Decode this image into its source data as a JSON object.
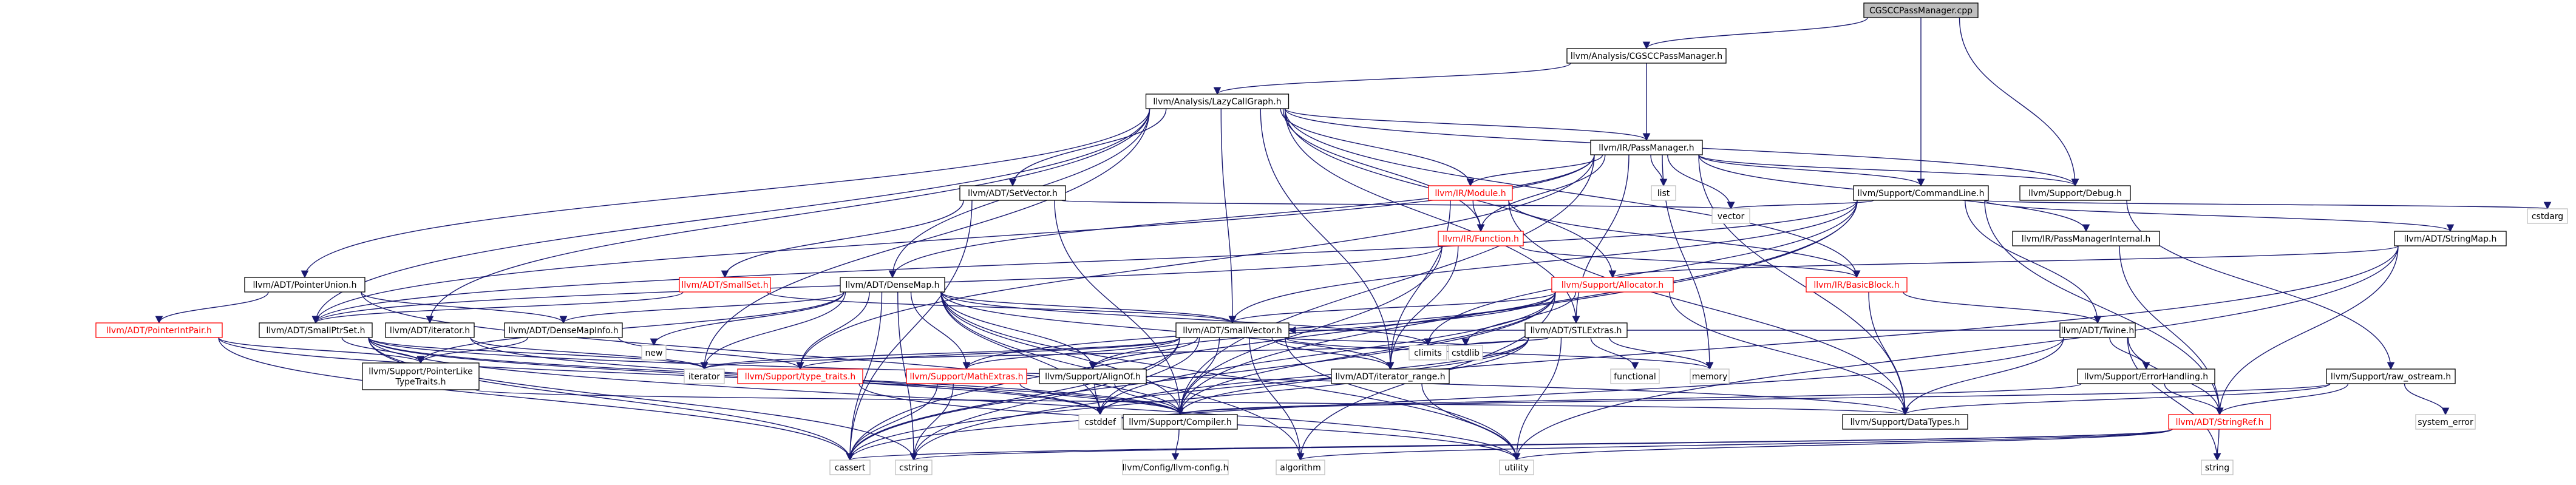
{
  "graph": {
    "title": "CGSCCPassManager.cpp include dependency graph",
    "colors": {
      "edge": "#191970",
      "node_border_default": "#000000",
      "node_border_red": "#ff0000",
      "node_border_gray": "#bfbfbf",
      "root_fill": "#bfbfbf",
      "node_fill": "#ffffff",
      "text_default": "#000000",
      "text_red": "#ff0000",
      "text_gray": "#808080"
    },
    "nodes": [
      {
        "id": "root",
        "label": "CGSCCPassManager.cpp",
        "kind": "root"
      },
      {
        "id": "cgscc_h",
        "label": "llvm/Analysis/CGSCCPassManager.h",
        "kind": "normal"
      },
      {
        "id": "lcg",
        "label": "llvm/Analysis/LazyCallGraph.h",
        "kind": "normal"
      },
      {
        "id": "passmanager",
        "label": "llvm/IR/PassManager.h",
        "kind": "normal"
      },
      {
        "id": "module",
        "label": "llvm/IR/Module.h",
        "kind": "red"
      },
      {
        "id": "function",
        "label": "llvm/IR/Function.h",
        "kind": "red"
      },
      {
        "id": "setvector",
        "label": "llvm/ADT/SetVector.h",
        "kind": "normal"
      },
      {
        "id": "commandline",
        "label": "llvm/Support/CommandLine.h",
        "kind": "normal"
      },
      {
        "id": "debug",
        "label": "llvm/Support/Debug.h",
        "kind": "normal"
      },
      {
        "id": "list",
        "label": "list",
        "kind": "gray"
      },
      {
        "id": "vector",
        "label": "vector",
        "kind": "gray"
      },
      {
        "id": "cstdarg",
        "label": "cstdarg",
        "kind": "gray"
      },
      {
        "id": "pmi",
        "label": "llvm/IR/PassManagerInternal.h",
        "kind": "normal"
      },
      {
        "id": "stringmap",
        "label": "llvm/ADT/StringMap.h",
        "kind": "normal"
      },
      {
        "id": "pointerunion",
        "label": "llvm/ADT/PointerUnion.h",
        "kind": "normal"
      },
      {
        "id": "smallset",
        "label": "llvm/ADT/SmallSet.h",
        "kind": "red"
      },
      {
        "id": "densemap",
        "label": "llvm/ADT/DenseMap.h",
        "kind": "normal"
      },
      {
        "id": "allocator",
        "label": "llvm/Support/Allocator.h",
        "kind": "red"
      },
      {
        "id": "basicblock",
        "label": "llvm/IR/BasicBlock.h",
        "kind": "red"
      },
      {
        "id": "pointerintpair",
        "label": "llvm/ADT/PointerIntPair.h",
        "kind": "red"
      },
      {
        "id": "smallptrset",
        "label": "llvm/ADT/SmallPtrSet.h",
        "kind": "normal"
      },
      {
        "id": "iterator_h",
        "label": "llvm/ADT/iterator.h",
        "kind": "normal"
      },
      {
        "id": "densemapinfo",
        "label": "llvm/ADT/DenseMapInfo.h",
        "kind": "normal"
      },
      {
        "id": "new",
        "label": "new",
        "kind": "gray"
      },
      {
        "id": "smallvector",
        "label": "llvm/ADT/SmallVector.h",
        "kind": "normal"
      },
      {
        "id": "climits",
        "label": "climits",
        "kind": "gray"
      },
      {
        "id": "stlextras",
        "label": "llvm/ADT/STLExtras.h",
        "kind": "normal"
      },
      {
        "id": "twine",
        "label": "llvm/ADT/Twine.h",
        "kind": "normal"
      },
      {
        "id": "pointerlike",
        "label": "llvm/Support/PointerLike\nTypeTraits.h",
        "kind": "normal"
      },
      {
        "id": "iterator",
        "label": "iterator",
        "kind": "gray"
      },
      {
        "id": "typetraits",
        "label": "llvm/Support/type_traits.h",
        "kind": "red"
      },
      {
        "id": "mathextras",
        "label": "llvm/Support/MathExtras.h",
        "kind": "red"
      },
      {
        "id": "alignof",
        "label": "llvm/Support/AlignOf.h",
        "kind": "normal"
      },
      {
        "id": "iterator_range",
        "label": "llvm/ADT/iterator_range.h",
        "kind": "normal"
      },
      {
        "id": "cstdlib",
        "label": "cstdlib",
        "kind": "gray"
      },
      {
        "id": "functional",
        "label": "functional",
        "kind": "gray"
      },
      {
        "id": "memory",
        "label": "memory",
        "kind": "gray"
      },
      {
        "id": "errorhandling",
        "label": "llvm/Support/ErrorHandling.h",
        "kind": "normal"
      },
      {
        "id": "raw_ostream",
        "label": "llvm/Support/raw_ostream.h",
        "kind": "normal"
      },
      {
        "id": "cstddef",
        "label": "cstddef",
        "kind": "gray"
      },
      {
        "id": "compiler",
        "label": "llvm/Support/Compiler.h",
        "kind": "normal"
      },
      {
        "id": "datatypes",
        "label": "llvm/Support/DataTypes.h",
        "kind": "normal"
      },
      {
        "id": "stringref",
        "label": "llvm/ADT/StringRef.h",
        "kind": "red"
      },
      {
        "id": "system_error",
        "label": "system_error",
        "kind": "gray"
      },
      {
        "id": "cassert",
        "label": "cassert",
        "kind": "gray"
      },
      {
        "id": "cstring",
        "label": "cstring",
        "kind": "gray"
      },
      {
        "id": "algorithm",
        "label": "algorithm",
        "kind": "gray"
      },
      {
        "id": "utility",
        "label": "utility",
        "kind": "gray"
      },
      {
        "id": "llvmconfig",
        "label": "llvm/Config/llvm-config.h",
        "kind": "gray"
      },
      {
        "id": "string",
        "label": "string",
        "kind": "gray"
      }
    ],
    "edges": [
      [
        "root",
        "cgscc_h"
      ],
      [
        "root",
        "commandline"
      ],
      [
        "root",
        "debug"
      ],
      [
        "cgscc_h",
        "lcg"
      ],
      [
        "cgscc_h",
        "passmanager"
      ],
      [
        "lcg",
        "passmanager"
      ],
      [
        "lcg",
        "module"
      ],
      [
        "lcg",
        "function"
      ],
      [
        "lcg",
        "setvector"
      ],
      [
        "lcg",
        "pointerunion"
      ],
      [
        "lcg",
        "densemap"
      ],
      [
        "lcg",
        "smallptrset"
      ],
      [
        "lcg",
        "smallvector"
      ],
      [
        "lcg",
        "stlextras"
      ],
      [
        "lcg",
        "allocator"
      ],
      [
        "lcg",
        "iterator_h"
      ],
      [
        "lcg",
        "iterator"
      ],
      [
        "lcg",
        "basicblock"
      ],
      [
        "lcg",
        "iterator_range"
      ],
      [
        "lcg",
        "debug"
      ],
      [
        "passmanager",
        "list"
      ],
      [
        "passmanager",
        "vector"
      ],
      [
        "passmanager",
        "module"
      ],
      [
        "passmanager",
        "function"
      ],
      [
        "passmanager",
        "commandline"
      ],
      [
        "passmanager",
        "debug"
      ],
      [
        "passmanager",
        "pmi"
      ],
      [
        "passmanager",
        "densemap"
      ],
      [
        "passmanager",
        "smallptrset"
      ],
      [
        "passmanager",
        "stlextras"
      ],
      [
        "passmanager",
        "typetraits"
      ],
      [
        "passmanager",
        "memory"
      ],
      [
        "passmanager",
        "compiler"
      ],
      [
        "passmanager",
        "datatypes"
      ],
      [
        "module",
        "function"
      ],
      [
        "module",
        "iterator_range"
      ],
      [
        "module",
        "basicblock"
      ],
      [
        "module",
        "datatypes"
      ],
      [
        "function",
        "iterator_range"
      ],
      [
        "function",
        "basicblock"
      ],
      [
        "function",
        "smallptrset"
      ],
      [
        "function",
        "compiler"
      ],
      [
        "setvector",
        "smallset"
      ],
      [
        "setvector",
        "vector"
      ],
      [
        "setvector",
        "compiler"
      ],
      [
        "setvector",
        "cassert"
      ],
      [
        "commandline",
        "vector"
      ],
      [
        "commandline",
        "stringmap"
      ],
      [
        "commandline",
        "twine"
      ],
      [
        "commandline",
        "smallptrset"
      ],
      [
        "commandline",
        "smallvector"
      ],
      [
        "commandline",
        "stringref"
      ],
      [
        "commandline",
        "compiler"
      ],
      [
        "commandline",
        "climits"
      ],
      [
        "commandline",
        "cassert"
      ],
      [
        "commandline",
        "cstdarg"
      ],
      [
        "debug",
        "raw_ostream"
      ],
      [
        "pmi",
        "stringref"
      ],
      [
        "stringmap",
        "allocator"
      ],
      [
        "stringmap",
        "stringref"
      ],
      [
        "stringmap",
        "utility"
      ],
      [
        "stringmap",
        "cstring"
      ],
      [
        "pointerunion",
        "pointerintpair"
      ],
      [
        "pointerunion",
        "densemapinfo"
      ],
      [
        "pointerunion",
        "compiler"
      ],
      [
        "smallset",
        "smallptrset"
      ],
      [
        "smallset",
        "smallvector"
      ],
      [
        "densemap",
        "densemapinfo"
      ],
      [
        "densemap",
        "new"
      ],
      [
        "densemap",
        "climits"
      ],
      [
        "densemap",
        "smallvector"
      ],
      [
        "densemap",
        "iterator"
      ],
      [
        "densemap",
        "typetraits"
      ],
      [
        "densemap",
        "mathextras"
      ],
      [
        "densemap",
        "alignof"
      ],
      [
        "densemap",
        "compiler"
      ],
      [
        "densemap",
        "cassert"
      ],
      [
        "densemap",
        "cstddef"
      ],
      [
        "densemap",
        "cstring"
      ],
      [
        "densemap",
        "algorithm"
      ],
      [
        "densemap",
        "utility"
      ],
      [
        "densemap",
        "pointerlike"
      ],
      [
        "densemap",
        "iterator_range"
      ],
      [
        "allocator",
        "smallvector"
      ],
      [
        "allocator",
        "mathextras"
      ],
      [
        "allocator",
        "alignof"
      ],
      [
        "allocator",
        "compiler"
      ],
      [
        "allocator",
        "datatypes"
      ],
      [
        "allocator",
        "cstddef"
      ],
      [
        "allocator",
        "cstdlib"
      ],
      [
        "allocator",
        "algorithm"
      ],
      [
        "allocator",
        "cassert"
      ],
      [
        "basicblock",
        "twine"
      ],
      [
        "basicblock",
        "datatypes"
      ],
      [
        "pointerintpair",
        "pointerlike"
      ],
      [
        "pointerintpair",
        "compiler"
      ],
      [
        "pointerintpair",
        "cassert"
      ],
      [
        "smallptrset",
        "pointerlike"
      ],
      [
        "smallptrset",
        "compiler"
      ],
      [
        "smallptrset",
        "datatypes"
      ],
      [
        "smallptrset",
        "iterator"
      ],
      [
        "smallptrset",
        "cassert"
      ],
      [
        "smallptrset",
        "cstddef"
      ],
      [
        "smallptrset",
        "cstring"
      ],
      [
        "smallptrset",
        "utility"
      ],
      [
        "iterator_h",
        "iterator"
      ],
      [
        "iterator_h",
        "cstddef"
      ],
      [
        "densemapinfo",
        "pointerlike"
      ],
      [
        "densemapinfo",
        "typetraits"
      ],
      [
        "smallvector",
        "iterator_range"
      ],
      [
        "smallvector",
        "alignof"
      ],
      [
        "smallvector",
        "compiler"
      ],
      [
        "smallvector",
        "mathextras"
      ],
      [
        "smallvector",
        "typetraits"
      ],
      [
        "smallvector",
        "algorithm"
      ],
      [
        "smallvector",
        "cassert"
      ],
      [
        "smallvector",
        "cstddef"
      ],
      [
        "smallvector",
        "cstdlib"
      ],
      [
        "smallvector",
        "cstring"
      ],
      [
        "smallvector",
        "iterator"
      ],
      [
        "smallvector",
        "memory"
      ],
      [
        "smallvector",
        "utility"
      ],
      [
        "stlextras",
        "compiler"
      ],
      [
        "stlextras",
        "cassert"
      ],
      [
        "stlextras",
        "cstddef"
      ],
      [
        "stlextras",
        "cstdlib"
      ],
      [
        "stlextras",
        "functional"
      ],
      [
        "stlextras",
        "iterator"
      ],
      [
        "stlextras",
        "memory"
      ],
      [
        "stlextras",
        "utility"
      ],
      [
        "twine",
        "smallvector"
      ],
      [
        "twine",
        "stringref"
      ],
      [
        "twine",
        "datatypes"
      ],
      [
        "twine",
        "errorhandling"
      ],
      [
        "twine",
        "cassert"
      ],
      [
        "twine",
        "string"
      ],
      [
        "pointerlike",
        "datatypes"
      ],
      [
        "typetraits",
        "utility"
      ],
      [
        "mathextras",
        "compiler"
      ],
      [
        "mathextras",
        "cassert"
      ],
      [
        "mathextras",
        "cstring"
      ],
      [
        "alignof",
        "compiler"
      ],
      [
        "alignof",
        "cstddef"
      ],
      [
        "iterator_range",
        "utility"
      ],
      [
        "errorhandling",
        "stringref"
      ],
      [
        "errorhandling",
        "compiler"
      ],
      [
        "raw_ostream",
        "stringref"
      ],
      [
        "raw_ostream",
        "datatypes"
      ],
      [
        "raw_ostream",
        "compiler"
      ],
      [
        "raw_ostream",
        "system_error"
      ],
      [
        "compiler",
        "llvmconfig"
      ],
      [
        "stringref",
        "algorithm"
      ],
      [
        "stringref",
        "cassert"
      ],
      [
        "stringref",
        "cstring"
      ],
      [
        "stringref",
        "string"
      ],
      [
        "stringref",
        "utility"
      ]
    ]
  }
}
